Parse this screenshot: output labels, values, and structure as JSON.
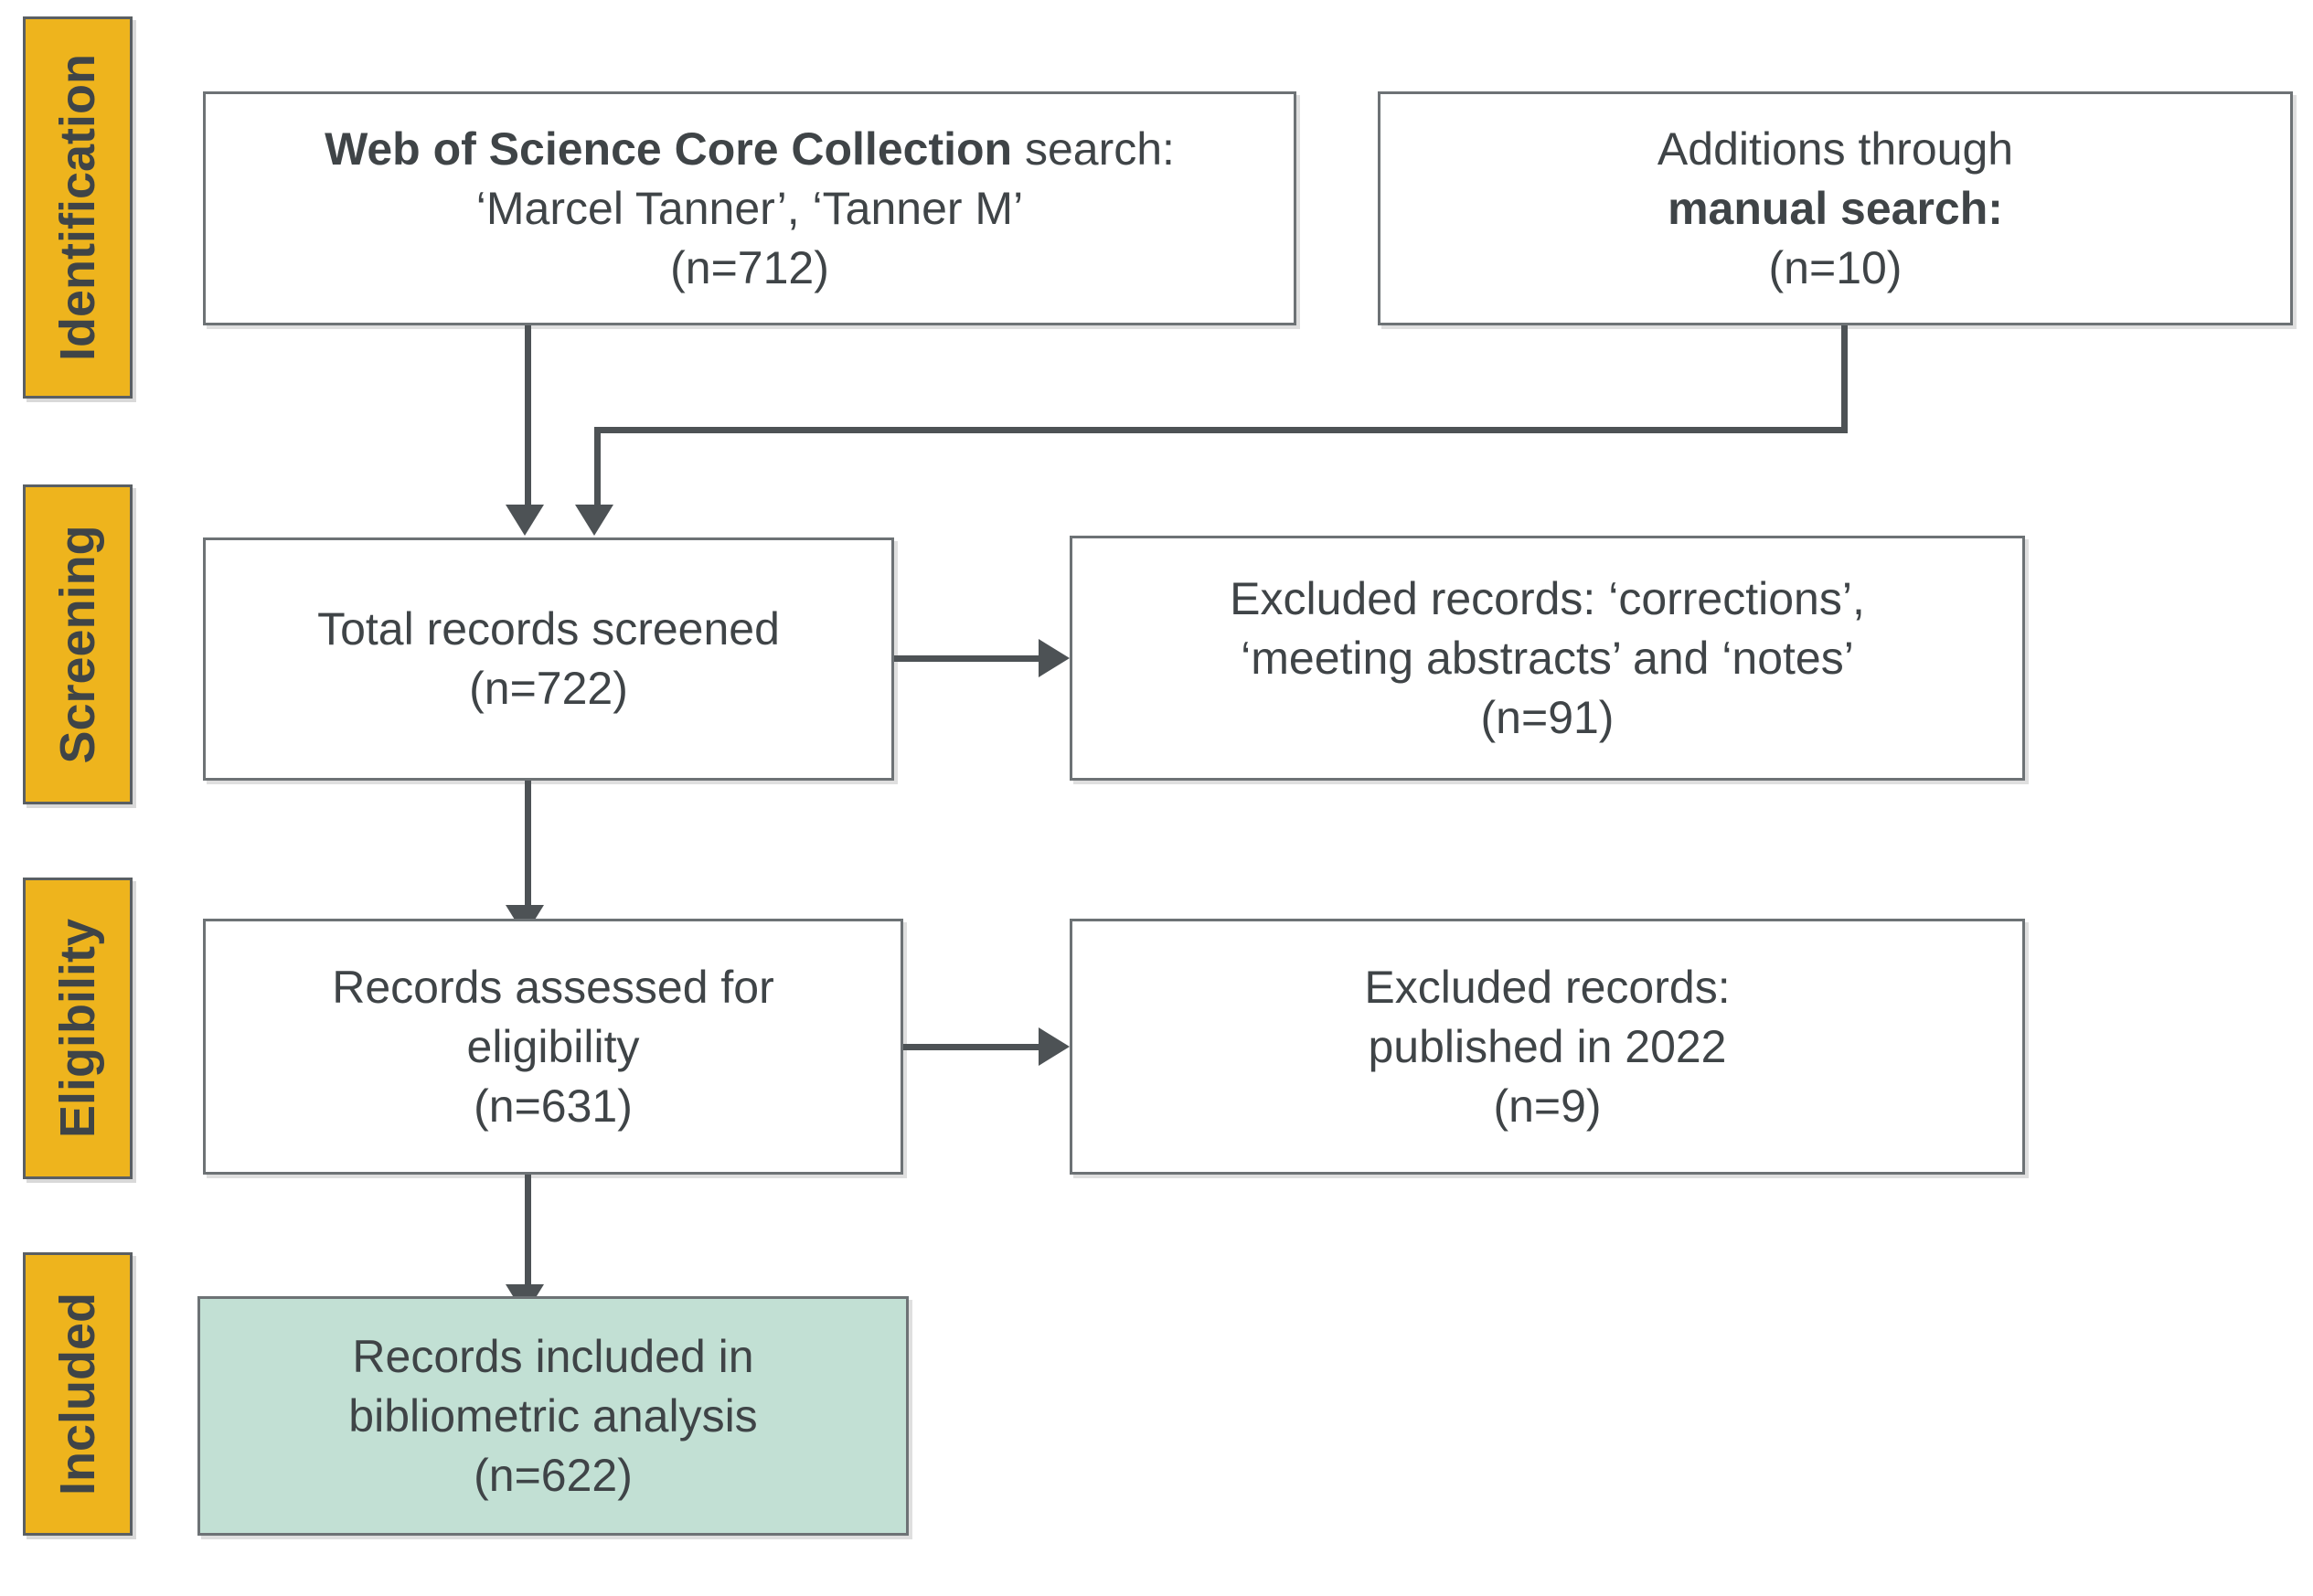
{
  "diagram": {
    "type": "prisma-flow-diagram",
    "colors": {
      "stage_tab_fill": "#eeb41d",
      "stage_tab_border": "#5a5f63",
      "node_border": "#6d7275",
      "node_fill": "#ffffff",
      "included_node_fill": "#c2e0d4",
      "text": "#3f4447",
      "connector": "#4d5255"
    },
    "stages": [
      {
        "id": "identification",
        "label": "Identification"
      },
      {
        "id": "screening",
        "label": "Screening"
      },
      {
        "id": "eligibility",
        "label": "Eligibility"
      },
      {
        "id": "included",
        "label": "Included"
      }
    ],
    "nodes": {
      "source_search": {
        "line1_bold": "Web of Science Core Collection",
        "line1_rest": " search:",
        "line2": "‘Marcel Tanner’, ‘Tanner M’",
        "line3": "(n=712)",
        "count": 712
      },
      "manual_search": {
        "line1": "Additions through",
        "line2_bold": "manual search:",
        "line3": "(n=10)",
        "count": 10
      },
      "screened": {
        "line1": "Total records screened",
        "line2": "(n=722)",
        "count": 722
      },
      "excluded_types": {
        "line1": "Excluded records: ‘corrections’,",
        "line2": "‘meeting abstracts’ and ‘notes’",
        "line3": "(n=91)",
        "count": 91
      },
      "assessed": {
        "line1": "Records assessed for",
        "line2": "eligibility",
        "line3": "(n=631)",
        "count": 631
      },
      "excluded_year": {
        "line1": "Excluded records:",
        "line2": "published in 2022",
        "line3": "(n=9)",
        "count": 9
      },
      "included": {
        "line1": "Records included in",
        "line2": "bibliometric analysis",
        "line3": "(n=622)",
        "count": 622
      }
    }
  }
}
